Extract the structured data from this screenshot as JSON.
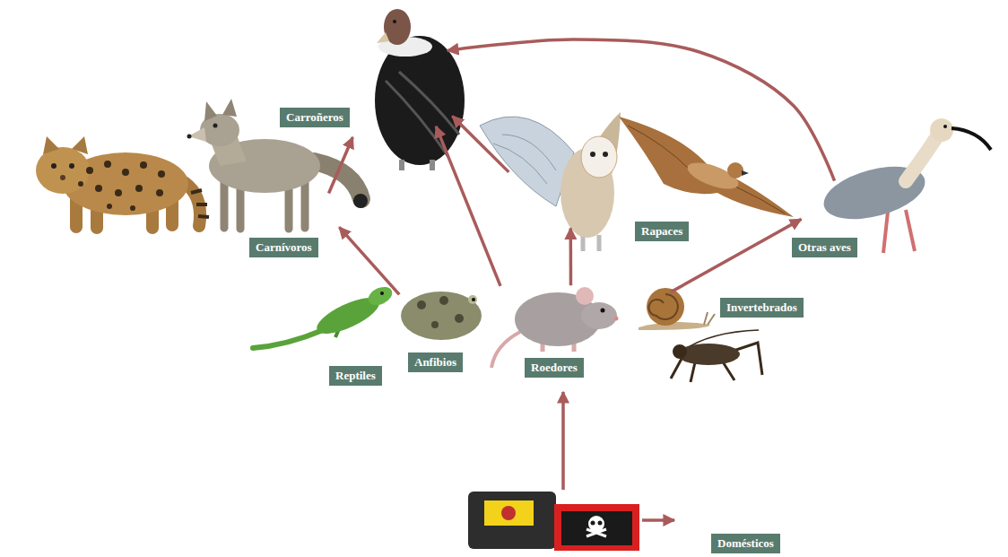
{
  "diagram": {
    "nodes": [
      {
        "text": [
          "Carroñeros"
        ]
      },
      {
        "text": [
          "Carnívoros"
        ]
      },
      {
        "text": [
          "Rapaces"
        ]
      },
      {
        "text": [
          "Otras aves"
        ]
      },
      {
        "text": [
          "Reptiles",
          "Anfibios",
          "Roedores",
          "Invertebrados"
        ]
      },
      {
        "text": [
          "Domésticos"
        ]
      }
    ],
    "edges": [
      {
        "from": 1,
        "to": 0,
        "arrow": "to"
      },
      {
        "from": 4,
        "to": 0,
        "arrow": "to"
      },
      {
        "from": 2,
        "to": 0,
        "arrow": "to"
      },
      {
        "from": 3,
        "to": 0,
        "arrow": "to"
      },
      {
        "from": 4,
        "to": 1,
        "arrow": "to"
      },
      {
        "from": 4,
        "to": 2,
        "arrow": "to"
      },
      {
        "from": 4,
        "to": 3,
        "arrow": "to"
      }
    ]
  }
}
